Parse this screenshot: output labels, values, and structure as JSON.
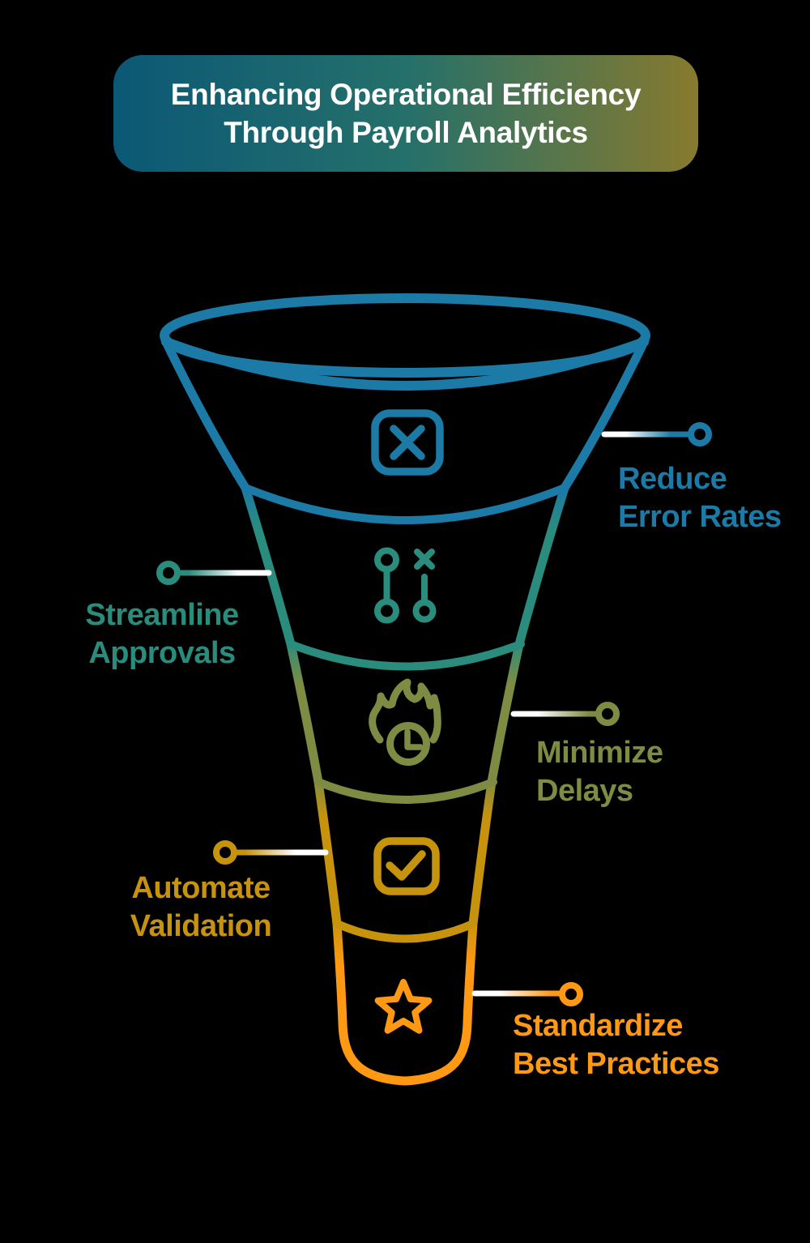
{
  "title": {
    "line1": "Enhancing Operational Efficiency",
    "line2": "Through Payroll Analytics"
  },
  "funnel": {
    "stages": [
      {
        "name": "reduce-error-rates",
        "label_line1": "Reduce",
        "label_line2": "Error Rates",
        "icon": "x-square-icon",
        "color": "#1b7aa6",
        "label_side": "right"
      },
      {
        "name": "streamline-approvals",
        "label_line1": "Streamline",
        "label_line2": "Approvals",
        "icon": "tactics-route-icon",
        "color": "#2a8c7c",
        "label_side": "left"
      },
      {
        "name": "minimize-delays",
        "label_line1": "Minimize",
        "label_line2": "Delays",
        "icon": "flame-clock-icon",
        "color": "#7d8c42",
        "label_side": "right"
      },
      {
        "name": "automate-validation",
        "label_line1": "Automate",
        "label_line2": "Validation",
        "icon": "check-square-icon",
        "color": "#c7930d",
        "label_side": "left"
      },
      {
        "name": "standardize-best-practices",
        "label_line1": "Standardize",
        "label_line2": "Best Practices",
        "icon": "star-icon",
        "color": "#ff9812",
        "label_side": "right"
      }
    ]
  },
  "colors": {
    "background": "#000000",
    "banner_gradient_left": "#0b5876",
    "banner_gradient_mid": "#25706a",
    "banner_gradient_right": "#877a2e",
    "title_text": "#ffffff",
    "stage1_blue": "#1b7aa6",
    "stage2_teal": "#2a8c7c",
    "stage3_olive": "#7d8c42",
    "stage4_gold": "#c7930d",
    "stage5_orange": "#ff9812",
    "connector_fade": "#ffffff"
  }
}
